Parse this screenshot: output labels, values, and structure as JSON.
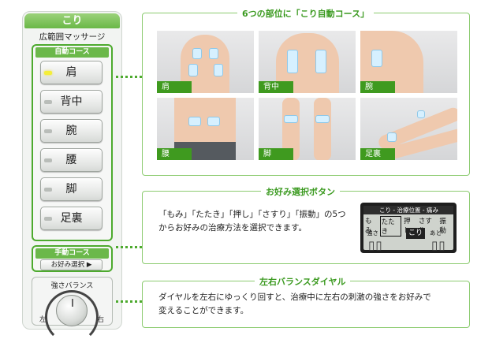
{
  "remote": {
    "header": "こり",
    "subtitle": "広範囲マッサージ",
    "auto_label": "自動コース",
    "auto_buttons": [
      {
        "label": "肩",
        "active": true
      },
      {
        "label": "背中",
        "active": false
      },
      {
        "label": "腕",
        "active": false
      },
      {
        "label": "腰",
        "active": false
      },
      {
        "label": "脚",
        "active": false
      },
      {
        "label": "足裏",
        "active": false
      }
    ],
    "manual_label": "手動コース",
    "manual_button": "お好み選択 ▶",
    "balance_title": "強さバランス",
    "balance_left": "左",
    "balance_right": "右"
  },
  "areas_section": {
    "title": "6つの部位に「こり自動コース」",
    "photos": [
      "肩",
      "背中",
      "腕",
      "腰",
      "脚",
      "足裏"
    ]
  },
  "preference_section": {
    "title": "お好み選択ボタン",
    "text_line1": "「もみ」「たたき」「押し」「さすり」「振動」の5つ",
    "text_line2": "からお好みの治療方法を選択できます。",
    "lcd": {
      "top": "こり - 治療位置 - 痛み",
      "modes": [
        "もみ",
        "たたき",
        "押し",
        "さすり",
        "振動"
      ],
      "selected_mode": "たたき",
      "strength_label": "強さ",
      "kori_label": "こり",
      "remaining_label": "あと"
    }
  },
  "balance_section": {
    "title": "左右バランスダイヤル",
    "text_line1": "ダイヤルを左右にゆっくり回すと、治療中に左右の刺激の強さをお好みで",
    "text_line2": "変えることができます。"
  },
  "colors": {
    "accent_green": "#4daa2e",
    "title_green": "#3b9a20",
    "label_green": "#3f9a1f",
    "active_led": "#f4ee3a"
  }
}
